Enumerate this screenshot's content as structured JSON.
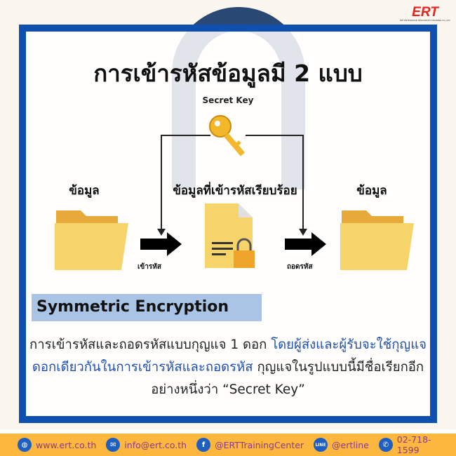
{
  "logo": {
    "text": "ERT",
    "tagline": "THE ENTERPRISE RESOURCES TRAINING CO.,LTD."
  },
  "title": "การเข้ารหัสข้อมูลมี 2 แบบ",
  "diagram": {
    "secret_key_label": "Secret Key",
    "left_label": "ข้อมูล",
    "middle_label": "ข้อมูลที่เข้ารหัสเรียบร้อย",
    "right_label": "ข้อมูล",
    "encrypt_label": "เข้ารหัส",
    "decrypt_label": "ถอดรหัส"
  },
  "section": {
    "heading": "Symmetric Encryption",
    "body_part1": "การเข้ารหัสและถอดรหัสแบบกุญแจ 1 ดอก ",
    "body_highlight": "โดยผู้ส่งและผู้รับจะใช้กุญแจดอกเดียวกันในการเข้ารหัสและถอดรหัส",
    "body_part2": " กุญแจในรูปแบบนี้มีชื่อเรียกอีกอย่างหนึ่งว่า “Secret Key”"
  },
  "footer": [
    {
      "icon": "globe-icon",
      "text": "www.ert.co.th"
    },
    {
      "icon": "mail-icon",
      "text": "info@ert.co.th"
    },
    {
      "icon": "facebook-icon",
      "text": "@ERTTrainingCenter"
    },
    {
      "icon": "line-icon",
      "text": "@ertline"
    },
    {
      "icon": "phone-icon",
      "text": "02-718-1599"
    }
  ],
  "colors": {
    "frame": "#0f4fb0",
    "heading_bg": "#a9c4e4",
    "footer_bg": "#fdb73e",
    "footer_text": "#8b3a8f",
    "highlight": "#1f4fb0"
  }
}
